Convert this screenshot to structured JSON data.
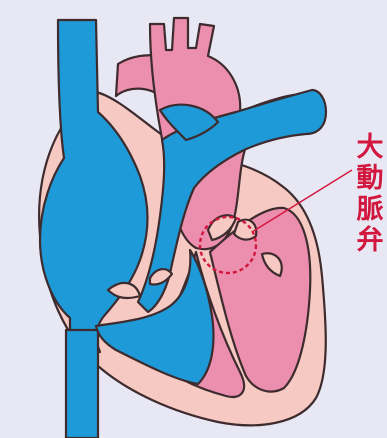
{
  "label": {
    "text": "大動脈弁",
    "chars": [
      "大",
      "動",
      "脈",
      "弁"
    ]
  },
  "colors": {
    "background": "#e8e8f4",
    "outline": "#3d2b2e",
    "venous_blue": "#1f9ad8",
    "arterial_pink": "#ec8fae",
    "wall_pink": "#f6c9c2",
    "highlight_red": "#d2173f"
  }
}
